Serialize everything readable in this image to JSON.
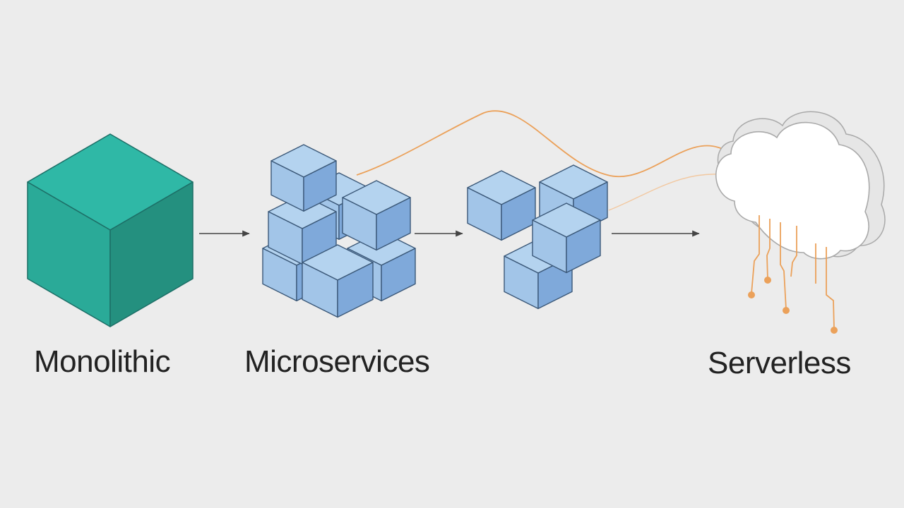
{
  "labels": {
    "monolithic": "Monolithic",
    "microservices": "Microservices",
    "serverless": "Serverless"
  },
  "colors": {
    "background": "#ececec",
    "monolith_top": "#2fb8a6",
    "monolith_left": "#2aaa98",
    "monolith_right": "#24907f",
    "cube_top": "#b4d3ef",
    "cube_left": "#a2c5e8",
    "cube_right": "#7fa9da",
    "cube_edge": "#3b5878",
    "accent_orange": "#eba15a",
    "arrow": "#444444",
    "cloud_fill": "#ffffff",
    "cloud_stroke": "#a9a9a9",
    "text": "#222222"
  },
  "icons": {
    "monolith": "monolith-cube-icon",
    "microservices": "microservice-cubes-icon",
    "cloud": "cloud-icon",
    "arrow": "right-arrow-icon"
  }
}
